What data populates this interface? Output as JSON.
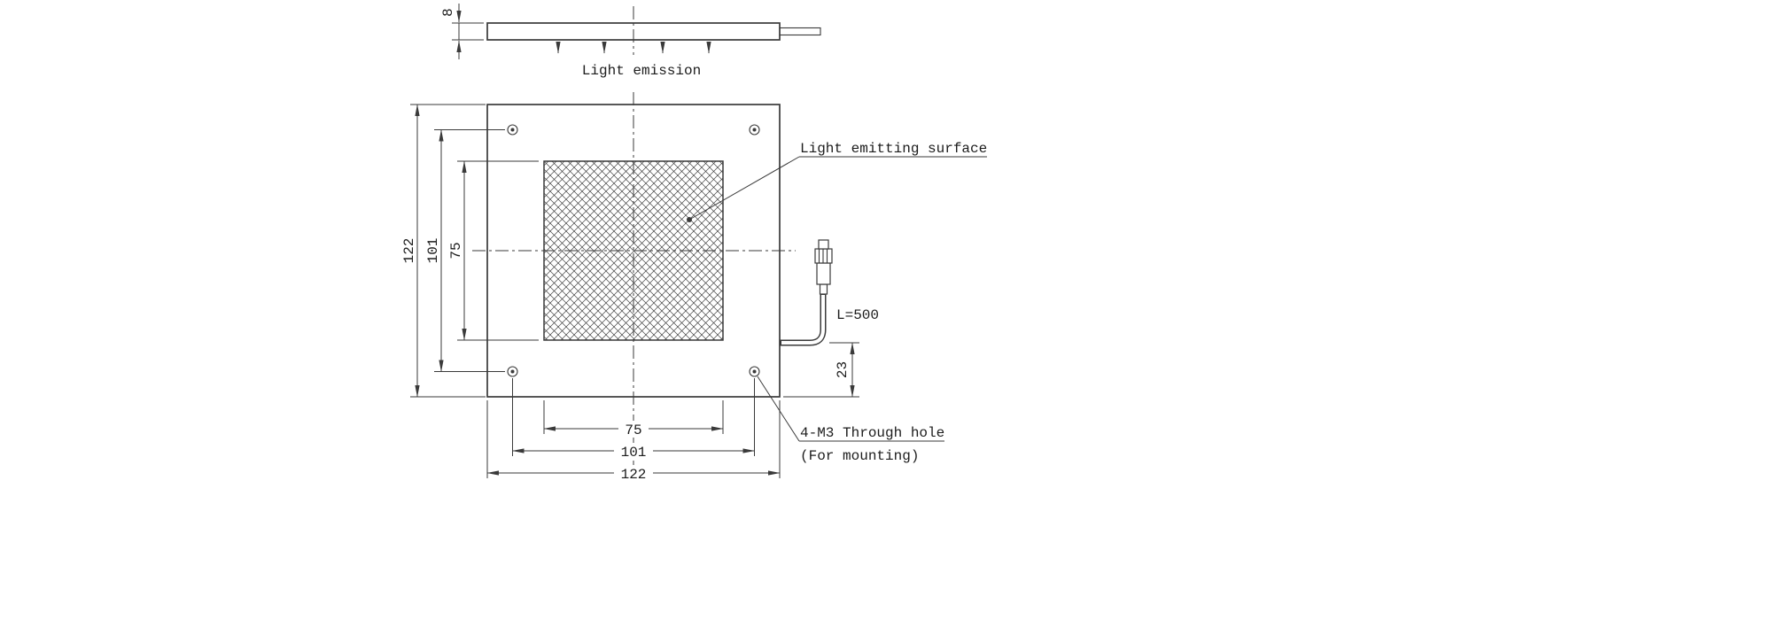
{
  "profile_view": {
    "thickness_dim": "8",
    "emission_label": "Light emission"
  },
  "front_view": {
    "left_dims": [
      "122",
      "101",
      "75"
    ],
    "bottom_dims": [
      "75",
      "101",
      "122"
    ],
    "emitting_surface_label": "Light emitting surface",
    "through_hole_label": "4-M3 Through hole",
    "through_hole_note": "(For mounting)",
    "cable_length_label": "L=500",
    "cable_offset_dim": "23"
  },
  "colors": {
    "line": "#3a3a3a",
    "background": "#ffffff"
  }
}
